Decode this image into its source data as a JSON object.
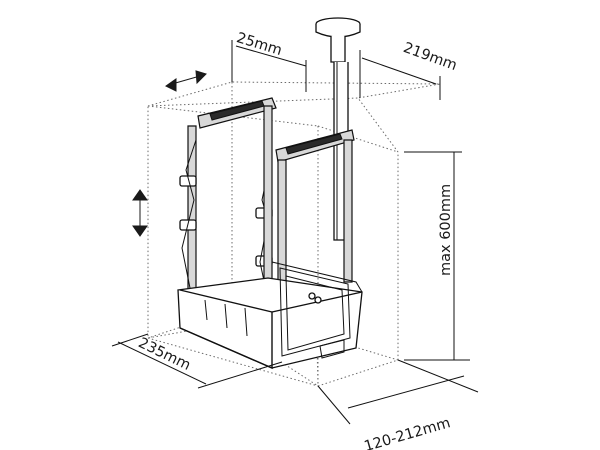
{
  "dimensions": {
    "pitch": "25mm",
    "depth": "219mm",
    "max_height": "max 600mm",
    "length": "235mm",
    "width_range": "120-212mm"
  },
  "colors": {
    "line": "#111111",
    "dotted": "#6b6b6b",
    "strap_fill": "#d8d8d8",
    "background": "#ffffff"
  }
}
